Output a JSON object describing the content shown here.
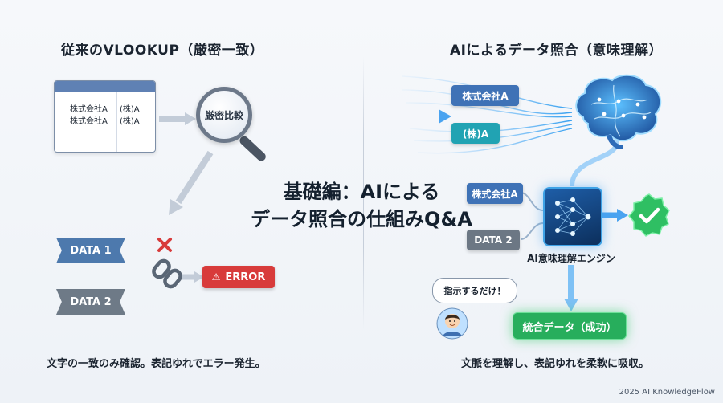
{
  "left": {
    "heading": "従来のVLOOKUP（厳密一致）",
    "sheet": {
      "rows": [
        [
          "",
          ""
        ],
        [
          "株式会社A",
          "(株)A"
        ],
        [
          "株式会社A",
          "(株)A"
        ],
        [
          "",
          ""
        ],
        [
          "",
          ""
        ]
      ]
    },
    "magnifier_label": "厳密比較",
    "tag1": "DATA 1",
    "tag2": "DATA 2",
    "error_label": "ERROR",
    "caption": "文字の一致のみ確認。表記ゆれでエラー発生。"
  },
  "center": {
    "title_line1": "基礎編：AIによる",
    "title_line2": "データ照合の仕組みQ&A"
  },
  "right": {
    "heading": "AIによるデータ照合（意味理解）",
    "input1": "株式会社A",
    "input2": "(株)A",
    "input3": "株式会社A",
    "input4": "DATA 2",
    "engine_label": "AI意味理解エンジン",
    "bubble": "指示するだけ！",
    "success": "統合データ（成功）",
    "caption": "文脈を理解し、表記ゆれを柔軟に吸収。"
  },
  "footer": "2025 AI KnowledgeFlow",
  "icons": {
    "magnifier": "magnifier-icon",
    "broken_link": "broken-link-icon",
    "cross": "cross-icon",
    "warning": "warning-icon",
    "brain": "brain-icon",
    "neural_network": "neural-network-icon",
    "check": "check-badge-icon",
    "user": "user-avatar-icon"
  },
  "colors": {
    "accent_blue": "#3f72b6",
    "accent_teal": "#21a3b3",
    "error_red": "#d83b3b",
    "success_green": "#27ae5c"
  }
}
